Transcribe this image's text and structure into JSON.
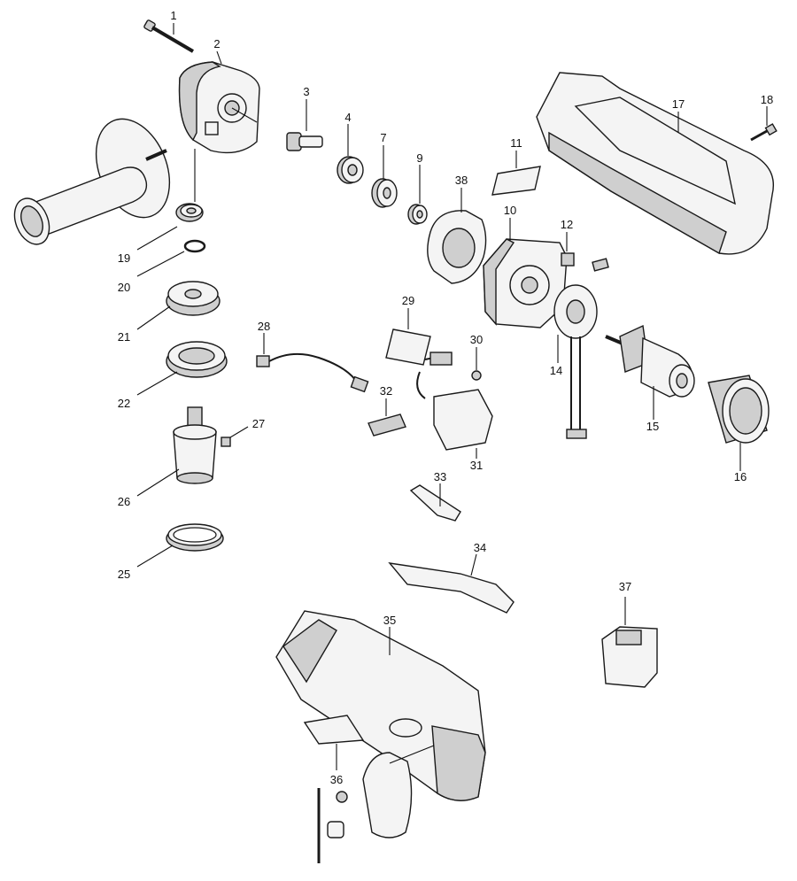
{
  "callouts": [
    {
      "id": "p1",
      "text": "1"
    },
    {
      "id": "p2",
      "text": "2"
    },
    {
      "id": "p3",
      "text": "3"
    },
    {
      "id": "p4",
      "text": "4"
    },
    {
      "id": "p7",
      "text": "7"
    },
    {
      "id": "p9",
      "text": "9"
    },
    {
      "id": "p10",
      "text": "10"
    },
    {
      "id": "p11",
      "text": "11"
    },
    {
      "id": "p12",
      "text": "12"
    },
    {
      "id": "p14",
      "text": "14"
    },
    {
      "id": "p15",
      "text": "15"
    },
    {
      "id": "p16",
      "text": "16"
    },
    {
      "id": "p17",
      "text": "17"
    },
    {
      "id": "p18",
      "text": "18"
    },
    {
      "id": "p19",
      "text": "19"
    },
    {
      "id": "p20",
      "text": "20"
    },
    {
      "id": "p21",
      "text": "21"
    },
    {
      "id": "p22",
      "text": "22"
    },
    {
      "id": "p25",
      "text": "25"
    },
    {
      "id": "p26",
      "text": "26"
    },
    {
      "id": "p27",
      "text": "27"
    },
    {
      "id": "p28",
      "text": "28"
    },
    {
      "id": "p29",
      "text": "29"
    },
    {
      "id": "p30",
      "text": "30"
    },
    {
      "id": "p31",
      "text": "31"
    },
    {
      "id": "p32",
      "text": "32"
    },
    {
      "id": "p33",
      "text": "33"
    },
    {
      "id": "p34",
      "text": "34"
    },
    {
      "id": "p35",
      "text": "35"
    },
    {
      "id": "p36",
      "text": "36"
    },
    {
      "id": "p37",
      "text": "37"
    },
    {
      "id": "p38",
      "text": "38"
    }
  ]
}
